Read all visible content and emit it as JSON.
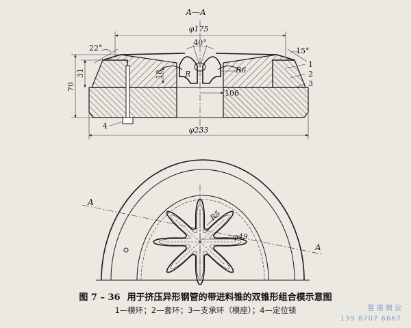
{
  "section_label": "A—A",
  "dimensions": {
    "d175": "φ175",
    "d233": "φ233",
    "d49": "φ49",
    "ang40": "40°",
    "ang22": "22°",
    "ang15": "15°",
    "h31": "31",
    "h70": "70",
    "h18": "18",
    "w106": "106",
    "r6": "R6",
    "r5": "R5",
    "r": "R"
  },
  "part_numbers": [
    "1",
    "2",
    "3",
    "4"
  ],
  "cut_marks": {
    "left": "A",
    "right": "A"
  },
  "caption": {
    "number": "图 7 – 36",
    "title": "用于挤压异形钢管的带进料锥的双锥形组合模示意图"
  },
  "legend": "1—模环；2—套环；3—支承环（模座）；4—定位锁",
  "watermark": {
    "line1": "至 德 钢 业",
    "line2": "139 6707 6667"
  },
  "colors": {
    "paper": "#ece9e2",
    "ink": "#1a1a1a",
    "watermark": "#7fa0c8"
  }
}
